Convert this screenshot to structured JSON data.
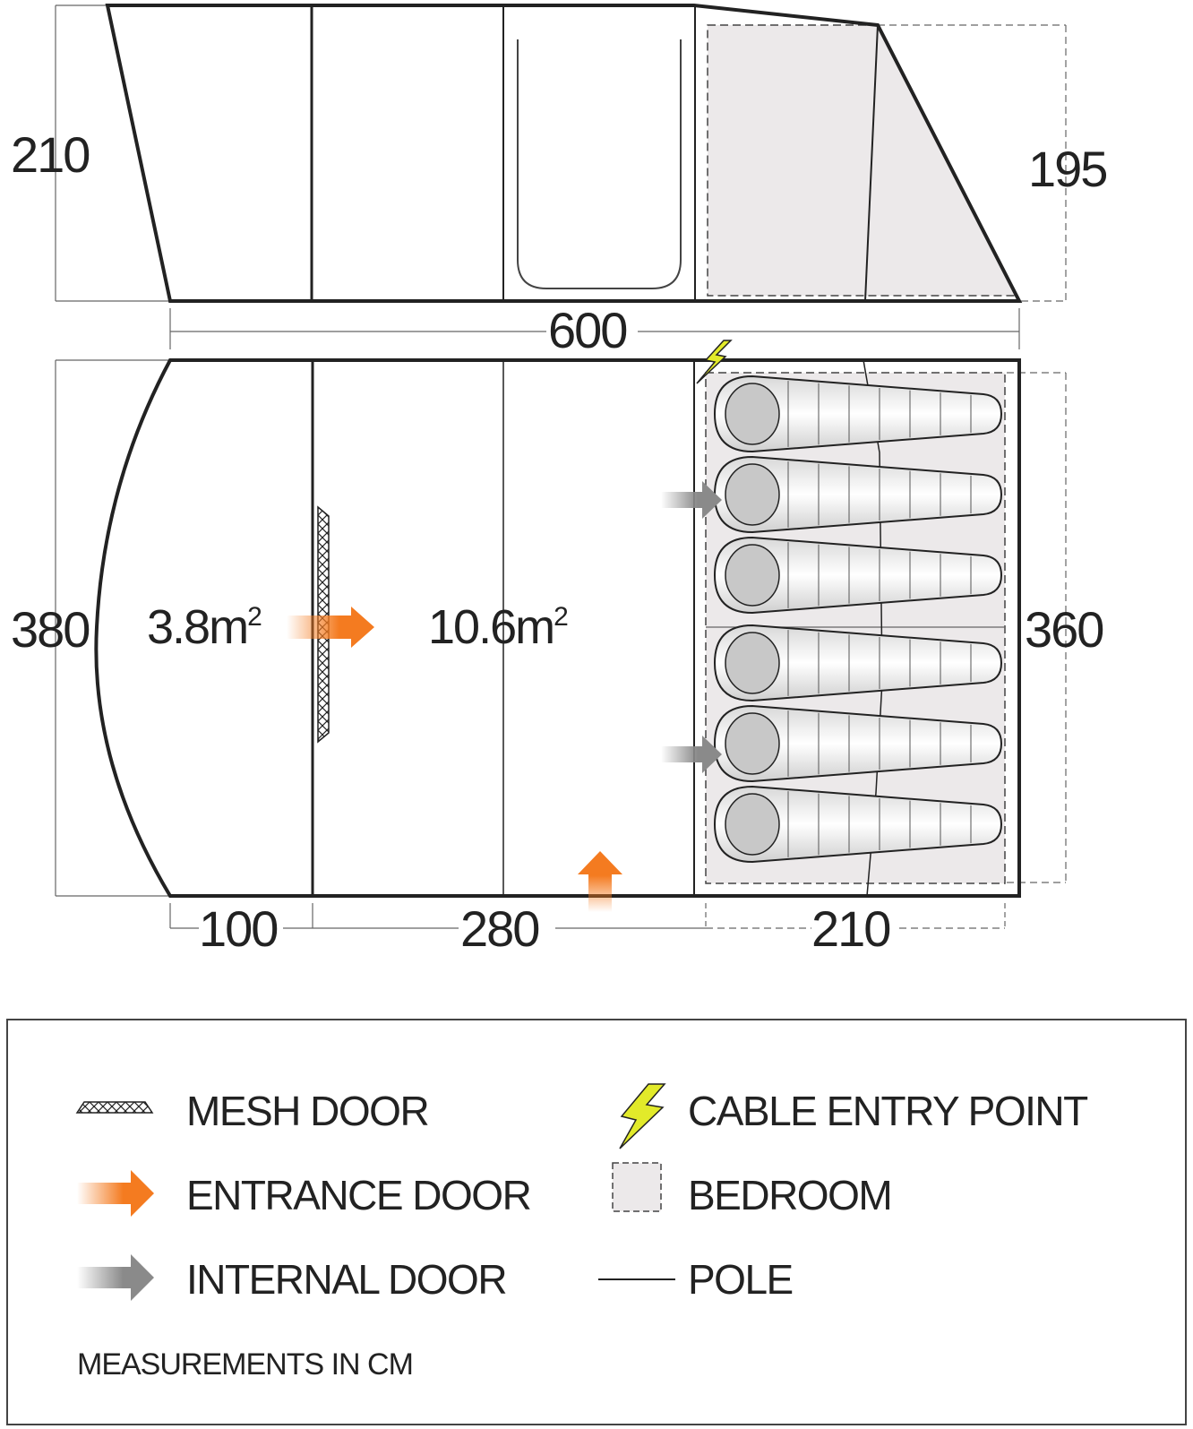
{
  "side_view": {
    "height_left": "210",
    "height_right": "195",
    "length": "600"
  },
  "floor_plan": {
    "width_left": "380",
    "width_right": "360",
    "section_lengths": [
      "100",
      "280",
      "210"
    ],
    "areas": [
      {
        "value": "3.8m",
        "sup": "2"
      },
      {
        "value": "10.6m",
        "sup": "2"
      }
    ],
    "sleeping_bags": 6
  },
  "legend": {
    "mesh_door": "MESH DOOR",
    "entrance_door": "ENTRANCE DOOR",
    "internal_door": "INTERNAL DOOR",
    "cable_entry_point": "CABLE ENTRY POINT",
    "bedroom": "BEDROOM",
    "pole": "POLE",
    "note": "MEASUREMENTS IN CM"
  },
  "colors": {
    "outline": "#222222",
    "entrance_arrow": "#f47b20",
    "internal_arrow": "#8a8a8a",
    "cable_icon": "#e2ea2a",
    "bedroom_fill": "#ece9ea"
  }
}
